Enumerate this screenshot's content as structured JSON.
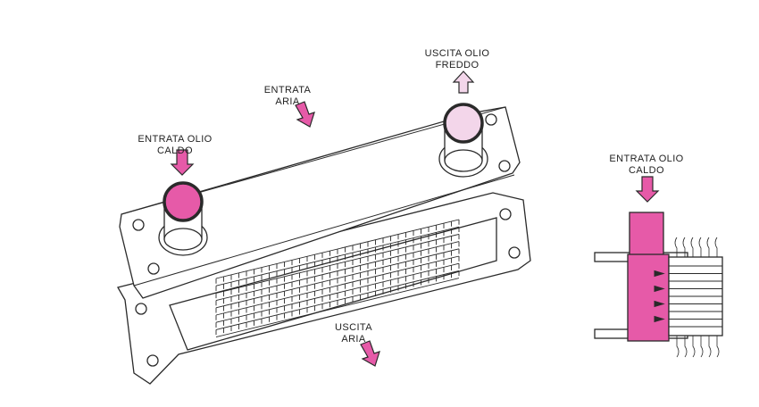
{
  "colors": {
    "hot_oil": "#e65aa8",
    "cold_oil": "#f3d6ea",
    "line": "#2a2a2a",
    "paper": "#ffffff"
  },
  "labels": {
    "inlet_hot_oil_left": "ENTRATA OLIO\nCALDO",
    "air_inlet": "ENTRATA\nARIA",
    "cold_oil_outlet": "USCITA OLIO\nFREDDO",
    "air_outlet": "USCITA\nARIA",
    "inlet_hot_oil_right": "ENTRATA OLIO\nCALDO"
  }
}
